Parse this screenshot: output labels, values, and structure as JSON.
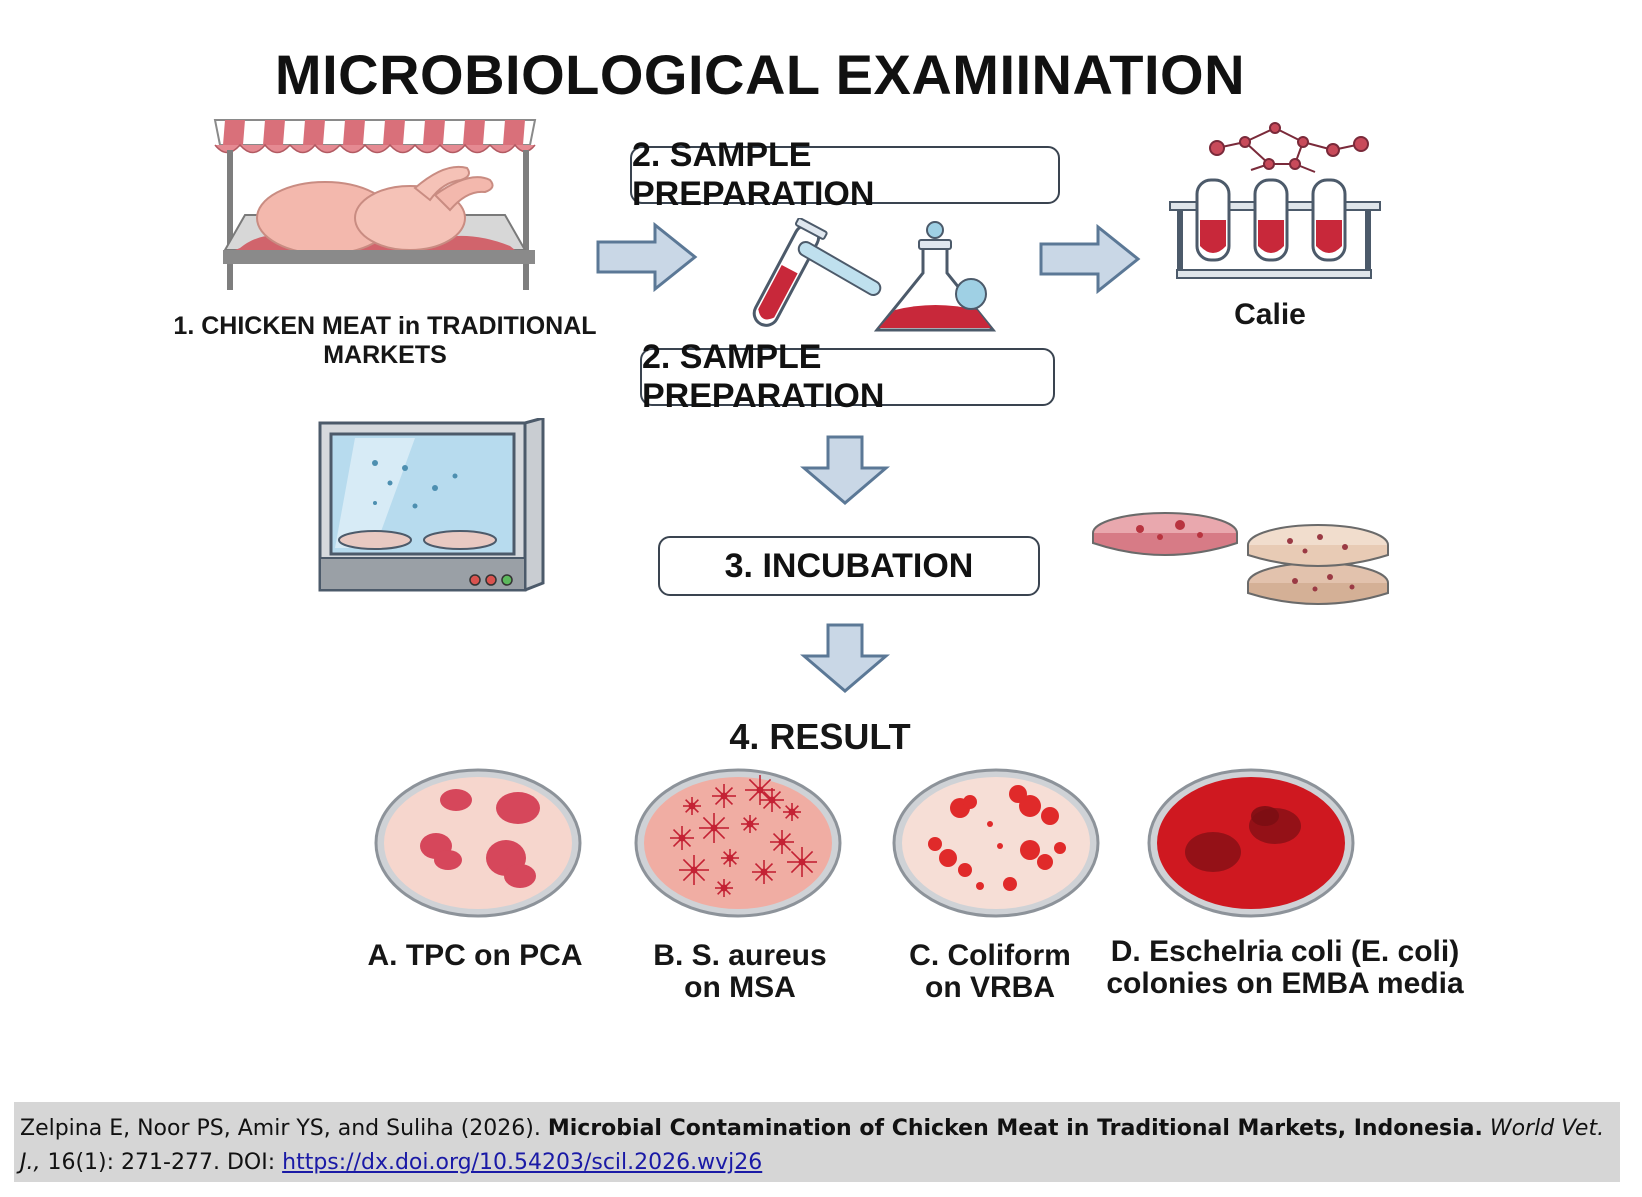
{
  "title": "MICROBIOLOGICAL EXAMIINATION",
  "steps": {
    "market_label": "1. CHICKEN MEAT in TRADITIONAL MARKETS",
    "prep_top": "2. SAMPLE PREPARATION",
    "prep_bottom": "2. SAMPLE PREPARATION",
    "calie": "Calie",
    "incubation": "3. INCUBATION",
    "result": "4. RESULT"
  },
  "results": [
    {
      "line1": "A. TPC on PCA",
      "line2": ""
    },
    {
      "line1": "B. S. aureus",
      "line2": "on MSA"
    },
    {
      "line1": "C. Coliform",
      "line2": "on VRBA"
    },
    {
      "line1": "D. Eschelria coli (E. coli)",
      "line2": "colonies on EMBA media"
    }
  ],
  "citation": {
    "authors": "Zelpina E, Noor PS, Amir YS, and Suliha (2026).",
    "article_title": "Microbial Contamination of Chicken Meat in Traditional Markets, Indonesia.",
    "journal": "World Vet. J.,",
    "volume_pages": "16(1): 271-277. DOI:",
    "doi_url": "https://dx.doi.org/10.54203/scil.2026.wvj26"
  },
  "colors": {
    "arrow_fill": "#c9d7e6",
    "arrow_stroke": "#5b7896",
    "blood_red": "#c8283a",
    "agar_pink": "#f3c6bd",
    "caption_bg": "#d6d6d6"
  }
}
